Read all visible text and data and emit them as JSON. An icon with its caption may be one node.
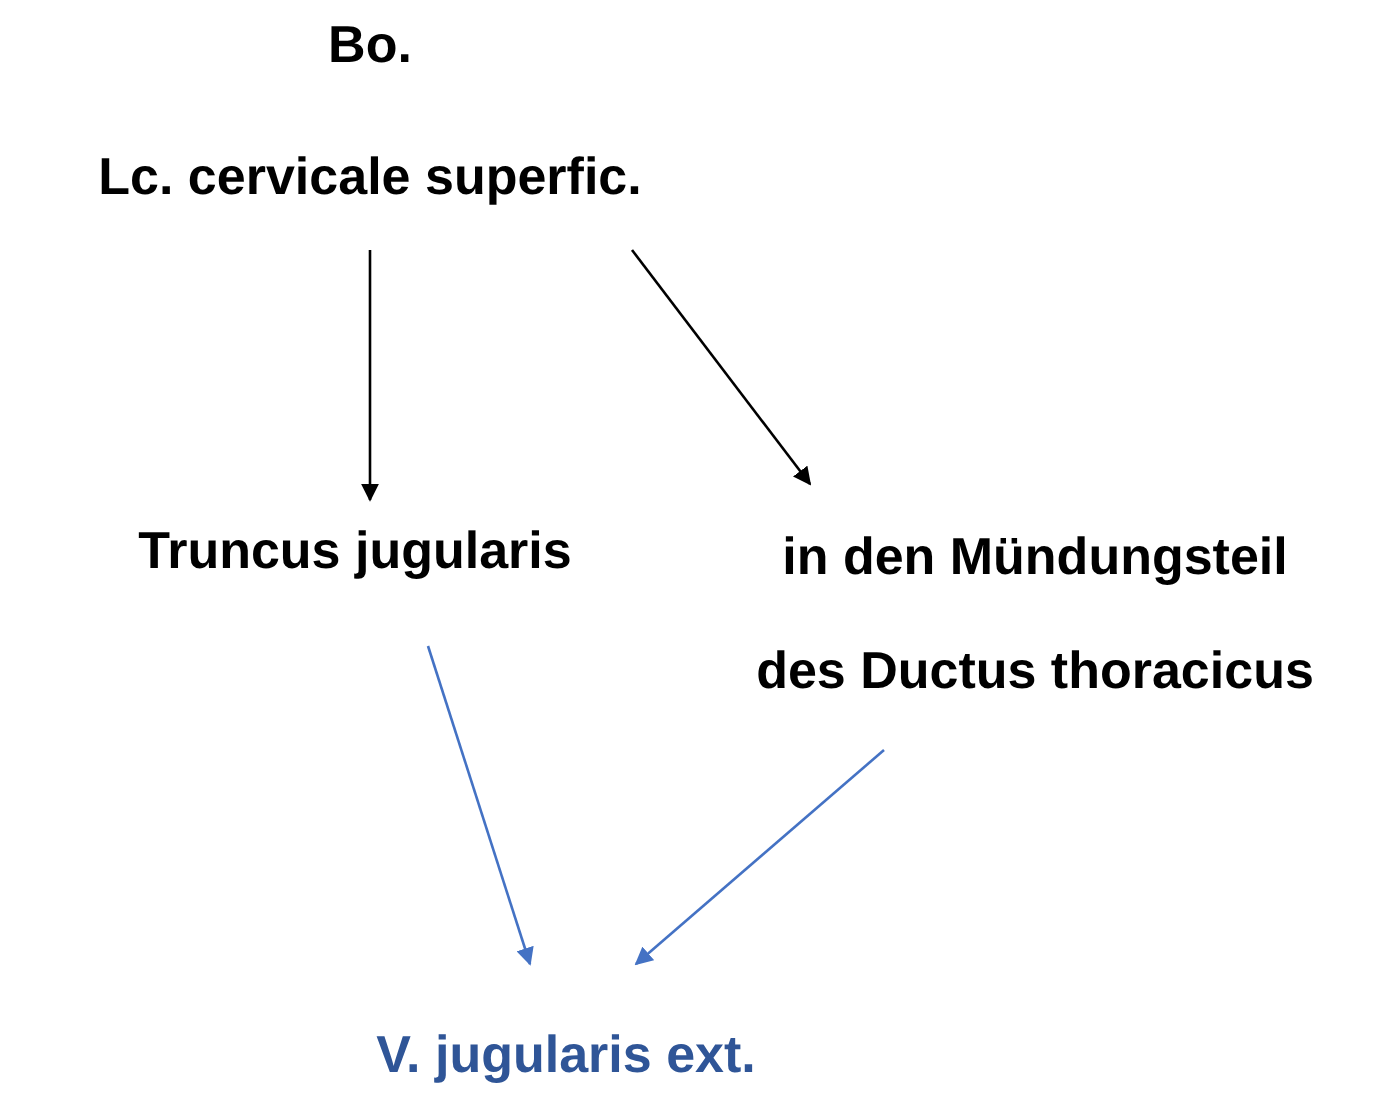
{
  "diagram": {
    "nodes": [
      {
        "text": [
          "Bo.",
          "Lc. cervicale superfic."
        ]
      },
      {
        "text": [
          "Truncus jugularis"
        ]
      },
      {
        "text": [
          "in den Mündungsteil des Ductus thoracicus"
        ]
      },
      {
        "text": [
          "V. jugularis ext."
        ]
      }
    ],
    "edges": [
      {
        "from": 0,
        "to": 1,
        "arrow": "to"
      },
      {
        "from": 0,
        "to": 2,
        "arrow": "to"
      },
      {
        "from": 1,
        "to": 3,
        "arrow": "to",
        "color": "#4472c4"
      },
      {
        "from": 2,
        "to": 3,
        "arrow": "to",
        "color": "#4472c4"
      }
    ]
  }
}
